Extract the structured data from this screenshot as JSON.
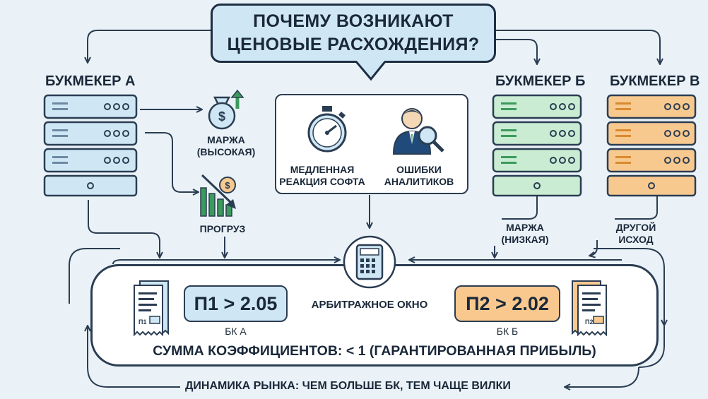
{
  "title": {
    "line1": "ПОЧЕМУ ВОЗНИКАЮТ",
    "line2": "ЦЕНОВЫЕ РАСХОЖДЕНИЯ?"
  },
  "bookmakers": {
    "a": {
      "label": "БУКМЕКЕР А",
      "color": "#cfe7f5"
    },
    "b": {
      "label": "БУКМЕКЕР Б",
      "color": "#c9ecd3"
    },
    "c": {
      "label": "БУКМЕКЕР В",
      "color": "#f8c98f"
    }
  },
  "left_factors": {
    "margin_high": {
      "line1": "МАРЖА",
      "line2": "(ВЫСОКАЯ)"
    },
    "overload": "ПРОГРУЗ"
  },
  "center_box": {
    "slow_software": {
      "line1": "МЕДЛЕННАЯ",
      "line2": "РЕАКЦИЯ СОФТА"
    },
    "analyst_errors": {
      "line1": "ОШИБКИ",
      "line2": "АНАЛИТИКОВ"
    }
  },
  "right_factors": {
    "margin_low": {
      "line1": "МАРЖА",
      "line2": "(НИЗКАЯ)"
    },
    "other_outcome": {
      "line1": "ДРУГОЙ",
      "line2": "ИСХОД"
    }
  },
  "arbitrage": {
    "window_label": "АРБИТРАЖНОЕ ОКНО",
    "odds_left": "П1 > 2.05",
    "odds_left_caption": "БК А",
    "odds_right": "П2 > 2.02",
    "odds_right_caption": "БК Б",
    "receipt_label": "П1",
    "receipt_label_right": "П2",
    "sum": "СУММА КОЭФФИЦИЕНТОВ: < 1 (ГАРАНТИРОВАННАЯ ПРИБЫЛЬ)"
  },
  "market_dynamics": {
    "label": "ДИНАМИКА РЫНКА:",
    "text": "ЧЕМ БОЛЬШЕ БК, ТЕМ ЧАЩЕ ВИЛКИ"
  },
  "icons": [
    "server-icon",
    "money-bag-icon",
    "falling-chart-icon",
    "stopwatch-icon",
    "analyst-icon",
    "calculator-icon",
    "receipt-icon"
  ]
}
